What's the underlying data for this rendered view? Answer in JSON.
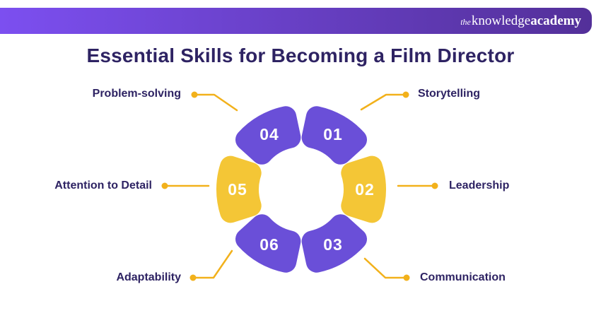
{
  "brand": {
    "the": "the",
    "knowledge": "knowledge",
    "academy": "academy"
  },
  "title": "Essential Skills for Becoming a Film Director",
  "colors": {
    "banner_gradient_start": "#7C4FF0",
    "banner_gradient_end": "#533099",
    "title_color": "#2E2363",
    "label_color": "#2E2363",
    "purple_segment": "#6A4FD8",
    "yellow_segment": "#F4C636",
    "connector": "#F2B11B",
    "number_text": "#FFFFFF"
  },
  "diagram": {
    "type": "circular-numbered-ring",
    "segments": [
      {
        "number": "01",
        "label": "Storytelling",
        "color": "purple",
        "position": "top-right"
      },
      {
        "number": "02",
        "label": "Leadership",
        "color": "yellow",
        "position": "right"
      },
      {
        "number": "03",
        "label": "Communication",
        "color": "purple",
        "position": "bottom-right"
      },
      {
        "number": "04",
        "label": "Problem-solving",
        "color": "purple",
        "position": "top-left"
      },
      {
        "number": "05",
        "label": "Attention to Detail",
        "color": "yellow",
        "position": "left"
      },
      {
        "number": "06",
        "label": "Adaptability",
        "color": "purple",
        "position": "bottom-left"
      }
    ]
  }
}
